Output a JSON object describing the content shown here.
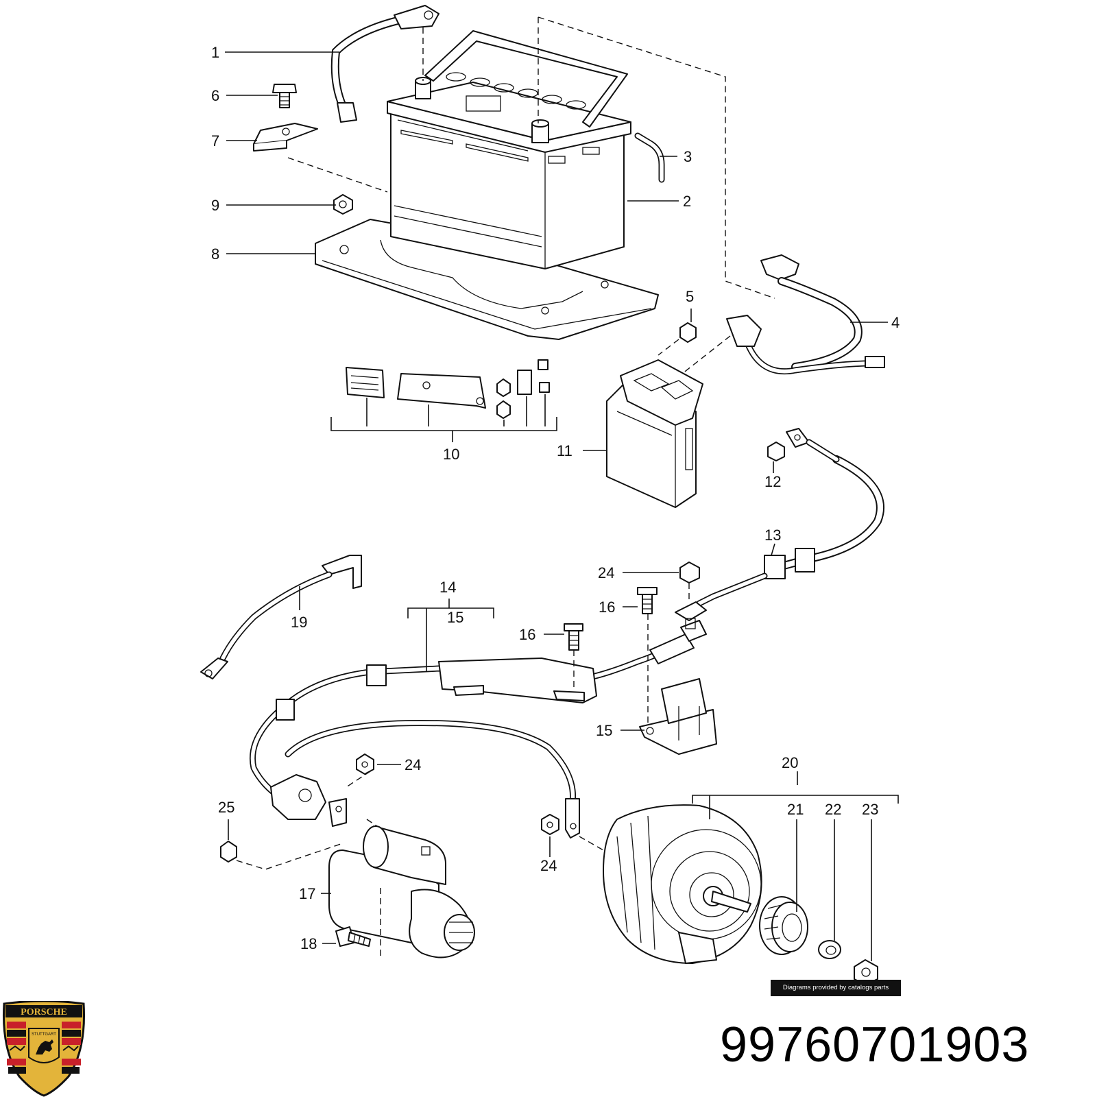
{
  "callouts": [
    "1",
    "2",
    "3",
    "4",
    "5",
    "6",
    "7",
    "8",
    "9",
    "10",
    "11",
    "12",
    "13",
    "14",
    "15",
    "15",
    "15",
    "16",
    "16",
    "17",
    "18",
    "19",
    "20",
    "21",
    "22",
    "23",
    "24",
    "24",
    "24",
    "24",
    "25"
  ],
  "credit_text": "Diagrams provided by catalogs parts",
  "part_number": "99760701903",
  "logo": {
    "brand_text": "PORSCHE",
    "city_text": "STUTTGART",
    "colors": {
      "gold": "#e3b43a",
      "red": "#c8202a",
      "black": "#111111"
    }
  }
}
